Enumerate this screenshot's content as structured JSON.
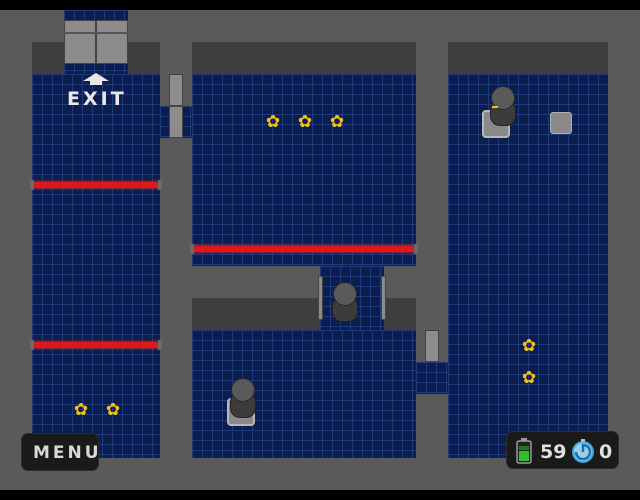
{
  "exit": {
    "label": "EXIT"
  },
  "menu": {
    "label": "MENU"
  },
  "hud": {
    "battery_value": "59",
    "timer_value": "0"
  },
  "colors": {
    "laser": "#e01818",
    "floor": "#0c1e4e",
    "gear": "#f2c21a",
    "battery": "#2fc02f",
    "timer": "#3aa8e0"
  },
  "icons": {
    "gear": "gear-icon",
    "battery": "battery-icon",
    "timer": "stopwatch-icon",
    "exit_arrow": "arrow-up-icon"
  }
}
